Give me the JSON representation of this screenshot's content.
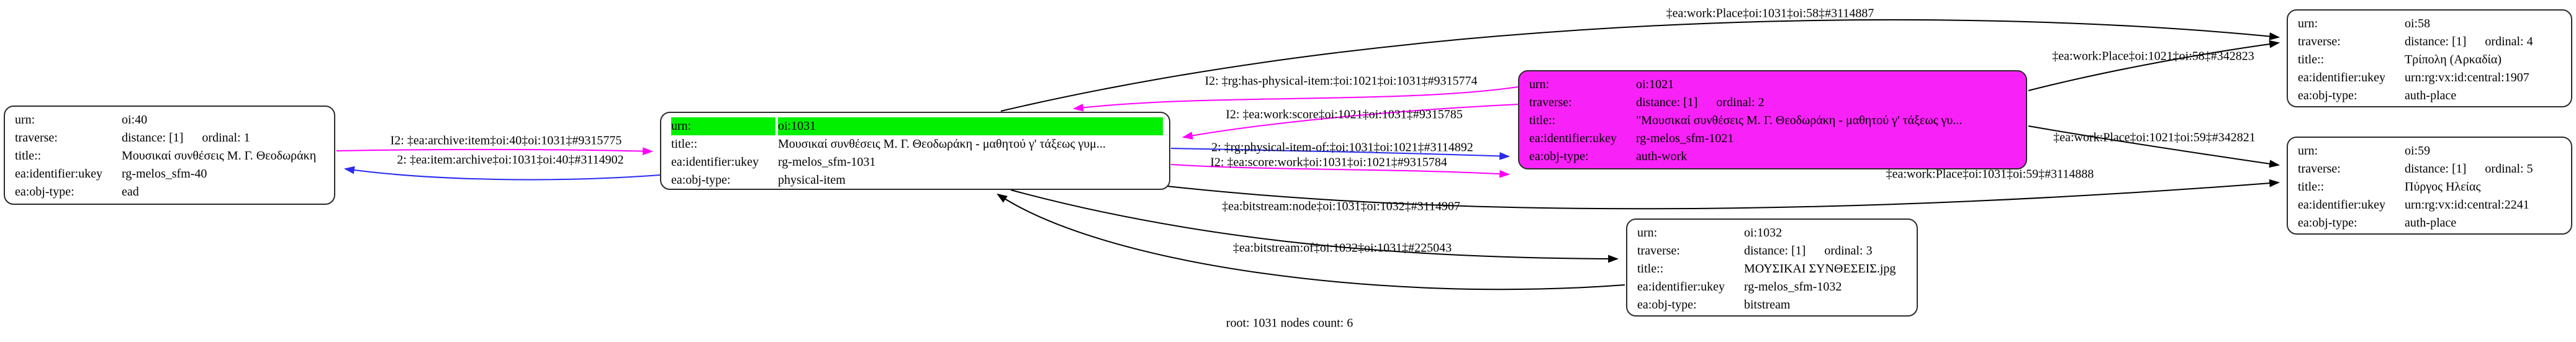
{
  "colors": {
    "highlight_green": "#00f000",
    "node_magenta": "#f822f8",
    "edge_magenta": "#ff00ff",
    "edge_blue": "#2a2af0",
    "edge_black": "#000000"
  },
  "nodes": {
    "oi40": {
      "rows": [
        {
          "k": "urn:",
          "v": "oi:40"
        },
        {
          "k": "traverse:",
          "v": "distance: [1]      ordinal: 1"
        },
        {
          "k": "title::",
          "v": "Μουσικαί συνθέσεις Μ. Γ. Θεοδωράκη"
        },
        {
          "k": "ea:identifier:ukey",
          "v": "rg-melos_sfm-40"
        },
        {
          "k": "ea:obj-type:",
          "v": "ead"
        }
      ]
    },
    "oi1031": {
      "rows": [
        {
          "k": "urn:",
          "v": "oi:1031"
        },
        {
          "k": "title::",
          "v": "Μουσικαί συνθέσεις Μ. Γ. Θεοδωράκη - μαθητού γ' τάξεως γυμ..."
        },
        {
          "k": "ea:identifier:ukey",
          "v": "rg-melos_sfm-1031"
        },
        {
          "k": "ea:obj-type:",
          "v": "physical-item"
        }
      ]
    },
    "oi1021": {
      "rows": [
        {
          "k": "urn:",
          "v": "oi:1021"
        },
        {
          "k": "traverse:",
          "v": "distance: [1]      ordinal: 2"
        },
        {
          "k": "title::",
          "v": "\"Μουσικαί συνθέσεις Μ. Γ. Θεοδωράκη - μαθητού γ' τάξεως γυ..."
        },
        {
          "k": "ea:identifier:ukey",
          "v": "rg-melos_sfm-1021"
        },
        {
          "k": "ea:obj-type:",
          "v": "auth-work"
        }
      ]
    },
    "oi58": {
      "rows": [
        {
          "k": "urn:",
          "v": "oi:58"
        },
        {
          "k": "traverse:",
          "v": "distance: [1]      ordinal: 4"
        },
        {
          "k": "title::",
          "v": "Τρίπολη (Αρκαδία)"
        },
        {
          "k": "ea:identifier:ukey",
          "v": "urn:rg:vx:id:central:1907"
        },
        {
          "k": "ea:obj-type:",
          "v": "auth-place"
        }
      ]
    },
    "oi59": {
      "rows": [
        {
          "k": "urn:",
          "v": "oi:59"
        },
        {
          "k": "traverse:",
          "v": "distance: [1]      ordinal: 5"
        },
        {
          "k": "title::",
          "v": "Πύργος Ηλείας"
        },
        {
          "k": "ea:identifier:ukey",
          "v": "urn:rg:vx:id:central:2241"
        },
        {
          "k": "ea:obj-type:",
          "v": "auth-place"
        }
      ]
    },
    "oi1032": {
      "rows": [
        {
          "k": "urn:",
          "v": "oi:1032"
        },
        {
          "k": "traverse:",
          "v": "distance: [1]      ordinal: 3"
        },
        {
          "k": "title::",
          "v": "ΜΟΥΣΙΚΑΙ ΣΥΝΘΕΣΕΙΣ.jpg"
        },
        {
          "k": "ea:identifier:ukey",
          "v": "rg-melos_sfm-1032"
        },
        {
          "k": "ea:obj-type:",
          "v": "bitstream"
        }
      ]
    }
  },
  "edges": [
    {
      "label": "I2: ‡ea:archive:item‡oi:40‡oi:1031‡#9315775",
      "color": "#ff00ff"
    },
    {
      "label": "2: ‡ea:item:archive‡oi:1031‡oi:40‡#3114902",
      "color": "#2a2af0"
    },
    {
      "label": "I2: ‡rg:has-physical-item:‡oi:1021‡oi:1031‡#9315774",
      "color": "#ff00ff"
    },
    {
      "label": "I2: ‡ea:work:score‡oi:1021‡oi:1031‡#9315785",
      "color": "#ff00ff"
    },
    {
      "label": "2: ‡rg:physical-item-of:‡oi:1031‡oi:1021‡#3114892",
      "color": "#2a2af0"
    },
    {
      "label": "I2: ‡ea:score:work‡oi:1031‡oi:1021‡#9315784",
      "color": "#ff00ff"
    },
    {
      "label": "‡ea:work:Place‡oi:1031‡oi:58‡#3114887",
      "color": "#000000"
    },
    {
      "label": "‡ea:work:Place‡oi:1021‡oi:58‡#342823",
      "color": "#000000"
    },
    {
      "label": "‡ea:work:Place‡oi:1021‡oi:59‡#342821",
      "color": "#000000"
    },
    {
      "label": "‡ea:work:Place‡oi:1031‡oi:59‡#3114888",
      "color": "#000000"
    },
    {
      "label": "‡ea:bitstream:node‡oi:1031‡oi:1032‡#3114907",
      "color": "#000000"
    },
    {
      "label": "‡ea:bitstream:of‡oi:1032‡oi:1031‡#225043",
      "color": "#000000"
    }
  ],
  "footer": {
    "text": "root: 1031 nodes count: 6"
  }
}
